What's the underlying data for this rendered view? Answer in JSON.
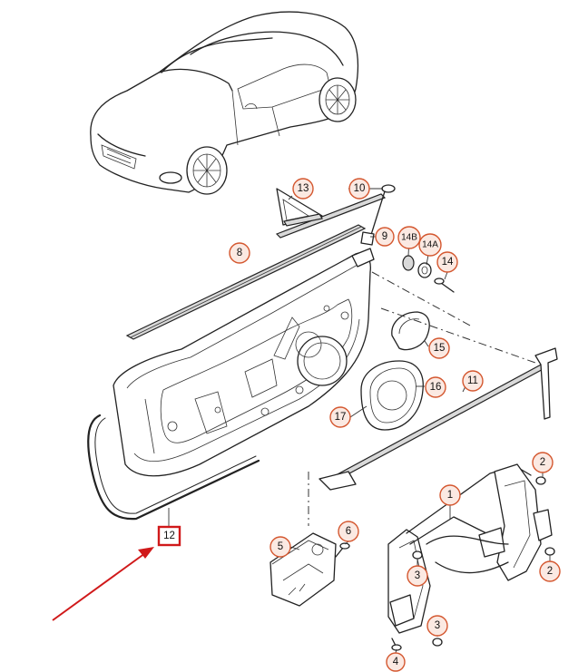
{
  "diagram": {
    "callouts": {
      "c1": "1",
      "c2a": "2",
      "c2b": "2",
      "c3a": "3",
      "c3b": "3",
      "c4": "4",
      "c5": "5",
      "c6": "6",
      "c8": "8",
      "c9": "9",
      "c10": "10",
      "c11": "11",
      "c12": "12",
      "c13": "13",
      "c14": "14",
      "c14a": "14A",
      "c14b": "14B",
      "c15": "15",
      "c16": "16",
      "c17": "17"
    },
    "highlight_color": "#d0191a",
    "callout_ring_color": "#d4572f",
    "callout_fill_color": "#fbe9e2",
    "highlighted_part": "12"
  }
}
